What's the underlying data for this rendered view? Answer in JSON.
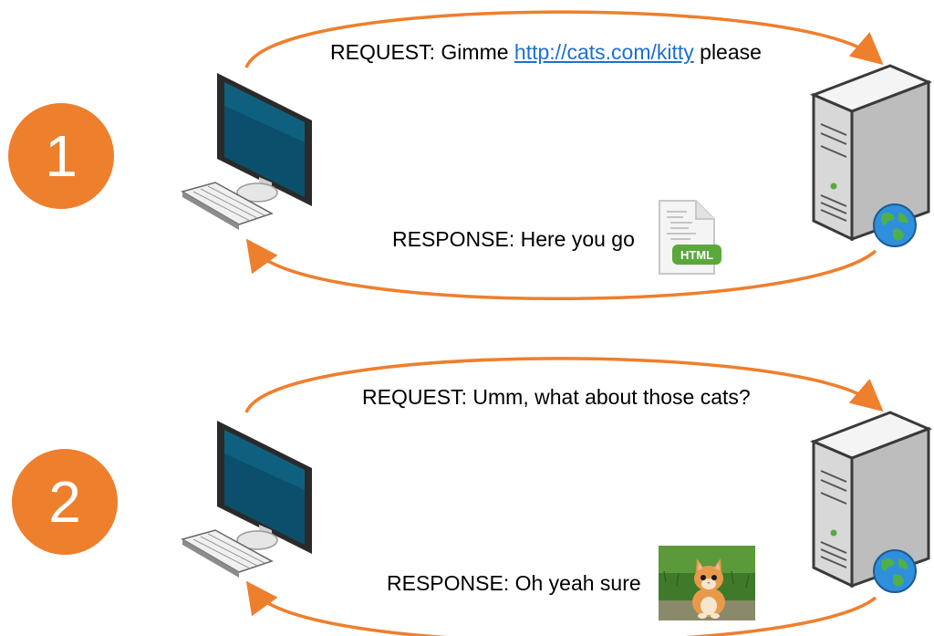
{
  "colors": {
    "accent_orange": "#ee7f2d",
    "link_blue": "#1f6fd0",
    "monitor_screen": "#0b4f6c"
  },
  "steps": [
    {
      "number": "1",
      "request": {
        "prefix": "REQUEST: Gimme ",
        "link": "http://cats.com/kitty",
        "suffix": " please"
      },
      "response": {
        "text": "RESPONSE: Here you go",
        "attachment_icon": "html-file-icon",
        "attachment_label": "HTML"
      }
    },
    {
      "number": "2",
      "request": {
        "text": "REQUEST: Umm, what about those cats?"
      },
      "response": {
        "text": "RESPONSE: Oh yeah sure",
        "attachment_icon": "kitten-photo"
      }
    }
  ],
  "icons": {
    "client": "desktop-computer-icon",
    "server": "server-tower-icon",
    "globe": "globe-icon"
  }
}
